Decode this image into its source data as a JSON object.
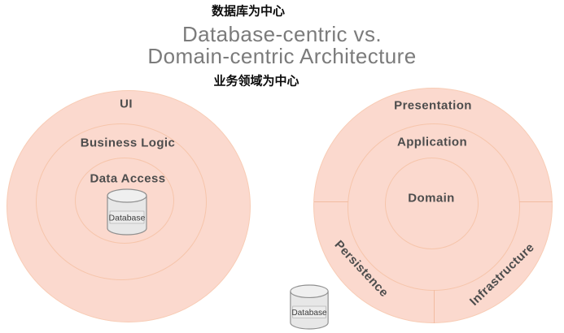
{
  "header": {
    "top_caption": "数据库为中心",
    "title_line1": "Database-centric vs.",
    "title_line2": "Domain-centric Architecture",
    "bottom_caption": "业务领域为中心"
  },
  "left_diagram": {
    "outer_label": "UI",
    "middle_label": "Business Logic",
    "inner_label": "Data Access",
    "database_label": "Database"
  },
  "right_diagram": {
    "outer_label": "Presentation",
    "middle_label": "Application",
    "inner_label": "Domain",
    "bottom_left_label": "Persistence",
    "bottom_right_label": "Infrastructure",
    "database_label": "Database"
  },
  "colors": {
    "circle_fill": "#fbd9ce",
    "ring_border": "#f6c5ab",
    "label_text": "#4d4d4d",
    "title_text": "#7b7b7b",
    "caption_text": "#0a0a0a",
    "cylinder_fill": "#e7e7e7",
    "cylinder_border": "#8f8f8f",
    "background": "#ffffff"
  }
}
